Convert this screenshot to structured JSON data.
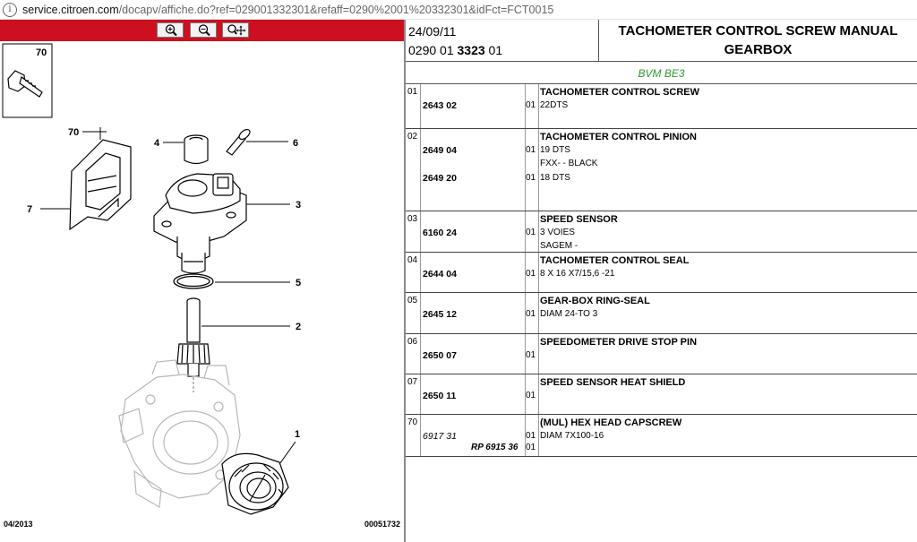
{
  "browser": {
    "url_host": "service.citroen.com",
    "url_rest": "/docapv/affiche.do?ref=029001332301&refaff=0290%2001%20332301&idFct=FCT0015"
  },
  "diagram": {
    "callouts": [
      "70",
      "70",
      "4",
      "6",
      "3",
      "7",
      "5",
      "2",
      "1"
    ],
    "footer_left": "04/2013",
    "footer_right": "00051732"
  },
  "header": {
    "date": "24/09/11",
    "ref_prefix": "0290 01 ",
    "ref_bold": "3323",
    "ref_suffix": " 01",
    "title": "TACHOMETER CONTROL SCREW MANUAL GEARBOX",
    "subtitle": "BVM BE3"
  },
  "rows": [
    {
      "idx": "01",
      "part": "2643 02",
      "qty": "01",
      "title": "TACHOMETER CONTROL SCREW",
      "line1": "22DTS"
    },
    {
      "idx": "02",
      "part": "2649 04",
      "qty": "01",
      "title": "TACHOMETER CONTROL PINION",
      "line1": "19 DTS",
      "line2": "FXX- - BLACK",
      "part2": "2649 20",
      "qty2": "01",
      "line3": "18 DTS"
    },
    {
      "idx": "03",
      "part": "6160 24",
      "qty": "01",
      "title": "SPEED SENSOR",
      "line1": "3 VOIES",
      "line2": "SAGEM -"
    },
    {
      "idx": "04",
      "part": "2644 04",
      "qty": "01",
      "title": "TACHOMETER CONTROL SEAL",
      "line1": "8 X 16 X7/15,6 -21"
    },
    {
      "idx": "05",
      "part": "2645 12",
      "qty": "01",
      "title": "GEAR-BOX RING-SEAL",
      "line1": "DIAM 24-TO 3"
    },
    {
      "idx": "06",
      "part": "2650 07",
      "qty": "01",
      "title": "SPEEDOMETER DRIVE STOP PIN"
    },
    {
      "idx": "07",
      "part": "2650 11",
      "qty": "01",
      "title": "SPEED SENSOR HEAT SHIELD"
    },
    {
      "idx": "70",
      "part": "6917 31",
      "qty": "01",
      "title": "(MUL) HEX HEAD CAPSCREW",
      "line1": "DIAM 7X100-16",
      "rp": "RP 6915 36",
      "qty2": "01"
    }
  ]
}
